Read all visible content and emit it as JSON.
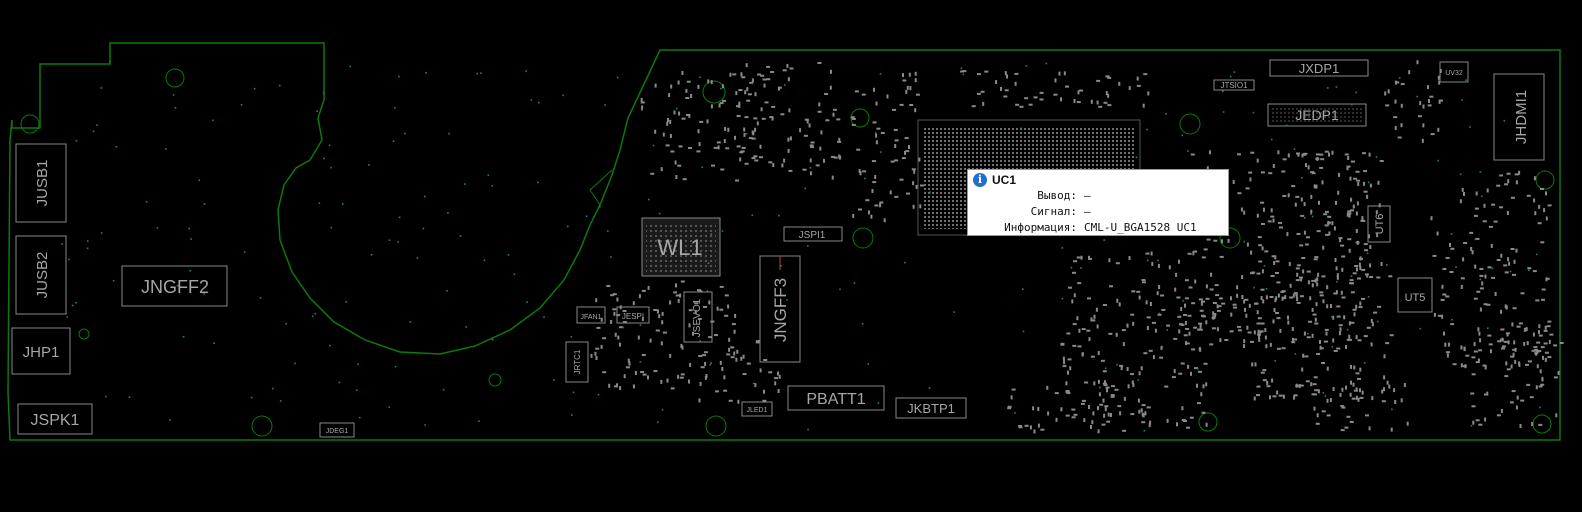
{
  "board": {
    "outline_color": "#0a7a0a",
    "silk_color": "#a6a6a6",
    "pad_color": "#8a8a8a",
    "via_color": "#1f7f7f",
    "labels": {
      "jusb1": "JUSB1",
      "jusb2": "JUSB2",
      "jhp1": "JHP1",
      "jspk1": "JSPK1",
      "jngff2": "JNGFF2",
      "wl1": "WL1",
      "jngff3": "JNGFF3",
      "jspi1": "JSPI1",
      "jsevo1": "JSEVO1",
      "jfan1": "JFAN1",
      "jespi": "JESPI",
      "jrtc1": "JRTC1",
      "pbatt1": "PBATT1",
      "jkbtp1": "JKBTP1",
      "jled1": "JLED1",
      "jdeg1": "JDEG1",
      "jxdp1": "JXDP1",
      "jedp1": "JEDP1",
      "jtsio1": "JTSIO1",
      "uv32": "UV32",
      "jhdmi1": "JHDMI1",
      "ut6": "UT6",
      "ut5": "UT5"
    }
  },
  "tooltip": {
    "icon": "info-icon",
    "icon_glyph": "i",
    "title": "UC1",
    "rows": [
      {
        "label": "Вывод:",
        "value": "—"
      },
      {
        "label": "Сигнал:",
        "value": "—"
      },
      {
        "label": "Информация:",
        "value": "CML-U_BGA1528 UC1"
      }
    ]
  }
}
